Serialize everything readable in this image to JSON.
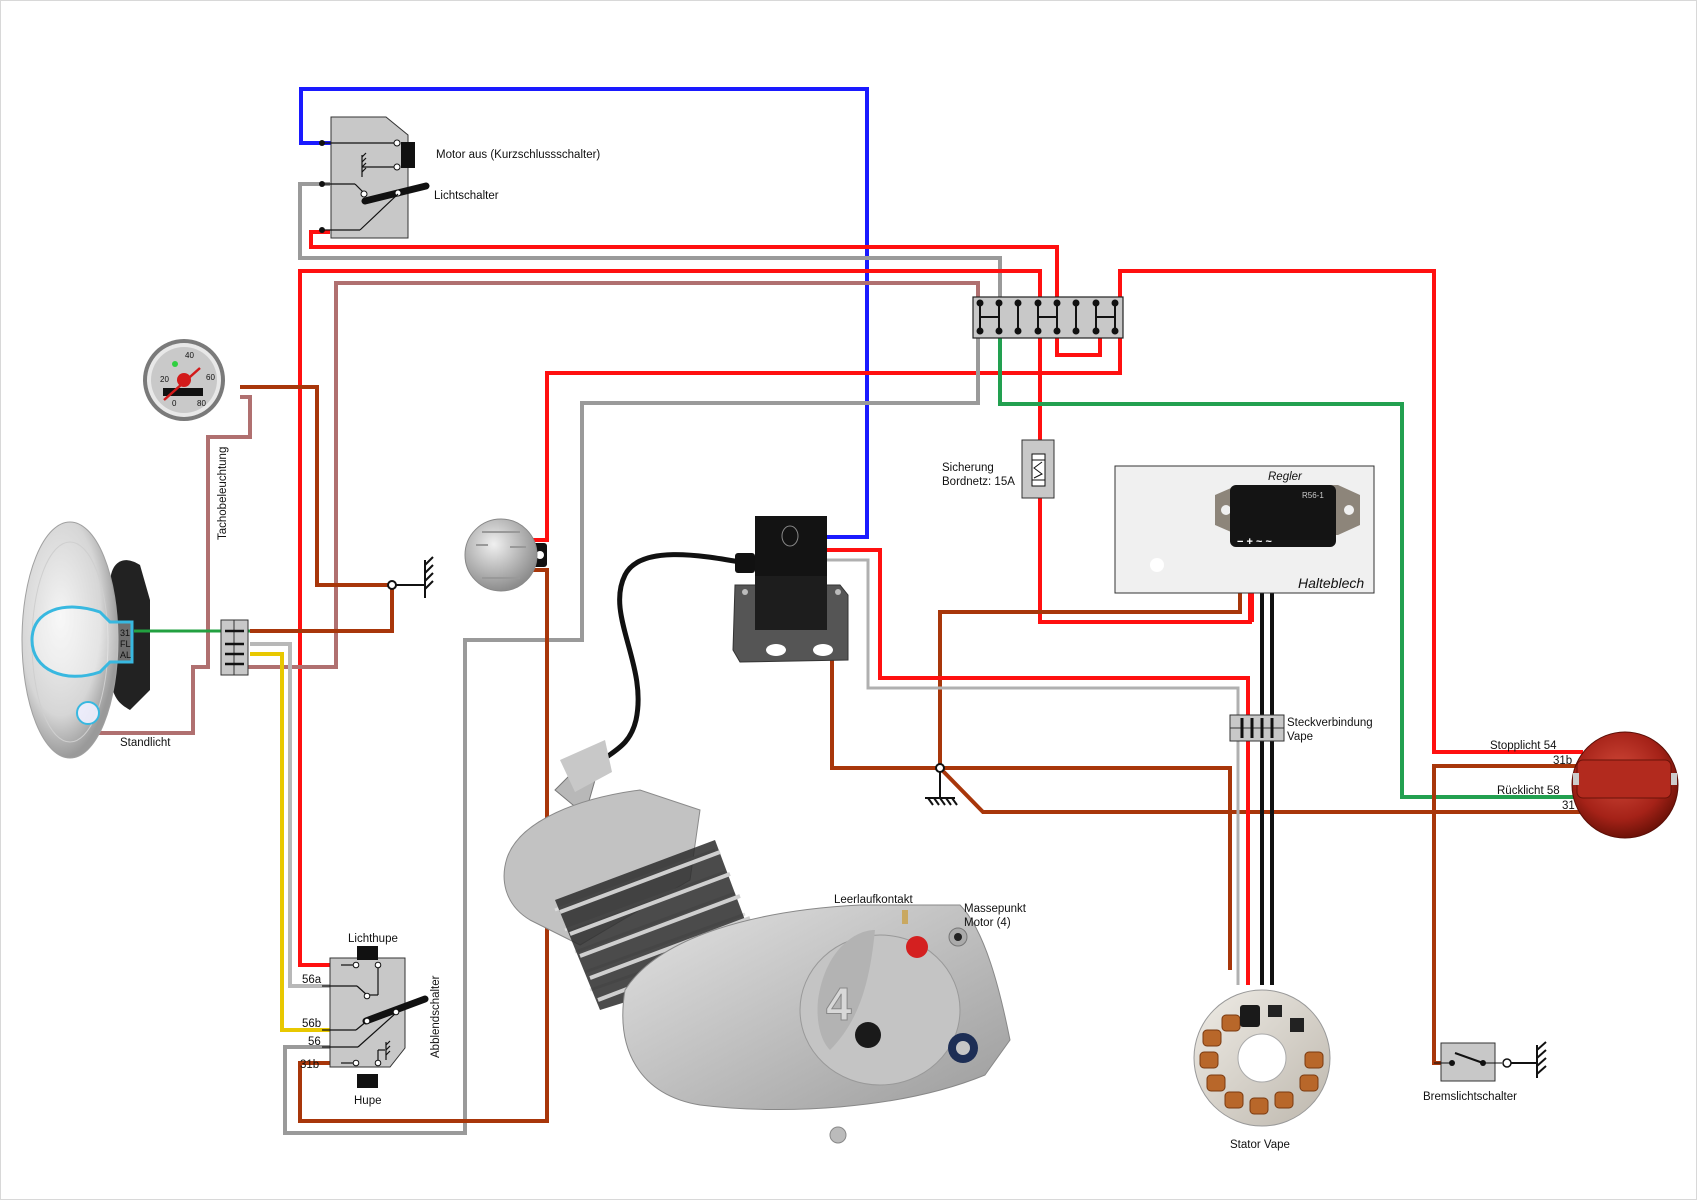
{
  "diagram": {
    "type": "wiring-diagram",
    "colors": {
      "red": "#ff1010",
      "blue": "#1a1aff",
      "brown": "#a8360a",
      "gray": "#9a9a9a",
      "pink_gray": "#b07070",
      "green": "#22a050",
      "yellow": "#e8c800",
      "black": "#111111",
      "component_fill": "#c8c8c8"
    },
    "labels": {
      "motor_aus": "Motor aus (Kurzschlussschalter)",
      "lichtschalter": "Lichtschalter",
      "sicherung_line1": "Sicherung",
      "sicherung_line2": "Bordnetz: 15A",
      "regler": "Regler",
      "halteblech": "Halteblech",
      "regler_terminals": "− + ~ ~",
      "tachobeleuchtung": "Tachobeleuchtung",
      "standlicht": "Standlicht",
      "headlight_terminals": [
        "31",
        "FL",
        "AL"
      ],
      "steckverbindung_line1": "Steckverbindung",
      "steckverbindung_line2": "Vape",
      "stopplicht": "Stopplicht  54",
      "stopp_31b": "31b",
      "ruecklicht": "Rücklicht 58",
      "rueck_31": "31",
      "leerlaufkontakt": "Leerlaufkontakt",
      "massepunkt_line1": "Massepunkt",
      "massepunkt_line2": "Motor (4)",
      "lichthupe": "Lichthupe",
      "hupe": "Hupe",
      "abblendschalter": "Abblendschalter",
      "terminal_56a": "56a",
      "terminal_56b": "56b",
      "terminal_56": "56",
      "terminal_31b": "31b",
      "stator": "Stator Vape",
      "bremslichtschalter": "Bremslichtschalter",
      "speedo_marks": [
        "20",
        "40",
        "60",
        "0",
        "80"
      ],
      "regler_model": "R56-1"
    },
    "components": [
      "kurzschlussschalter-lichtschalter",
      "verteilerleiste",
      "sicherung-15a",
      "regler-halteblech",
      "tachometer",
      "scheinwerfer",
      "hupe-horn",
      "zuendspule",
      "motor",
      "abblendschalter",
      "stator-vape",
      "steckverbindung-vape",
      "ruecklicht",
      "bremslichtschalter"
    ]
  }
}
